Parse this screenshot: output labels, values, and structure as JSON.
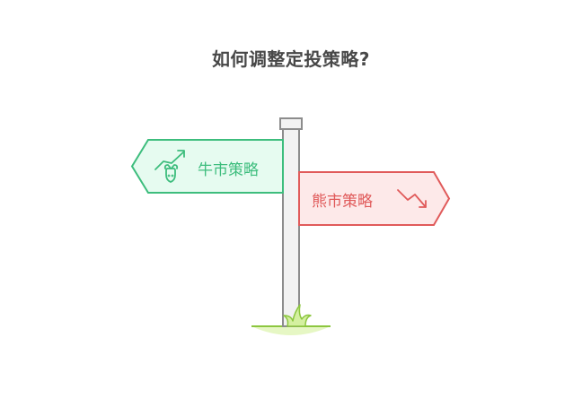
{
  "title": "如何调整定投策略?",
  "signs": [
    {
      "label": "牛市策略",
      "direction": "left",
      "icon": "bull-trend-up-icon",
      "stroke_color": "#3dbd7d",
      "fill_color": "#e6fbf0"
    },
    {
      "label": "熊市策略",
      "direction": "right",
      "icon": "trend-down-icon",
      "stroke_color": "#e05a5a",
      "fill_color": "#fde9e9"
    }
  ],
  "colors": {
    "post_fill": "#f2f2f2",
    "post_stroke": "#8c8c8c",
    "grass": "#8cc63f",
    "ground": "#e6f7c4",
    "title": "#484848"
  }
}
